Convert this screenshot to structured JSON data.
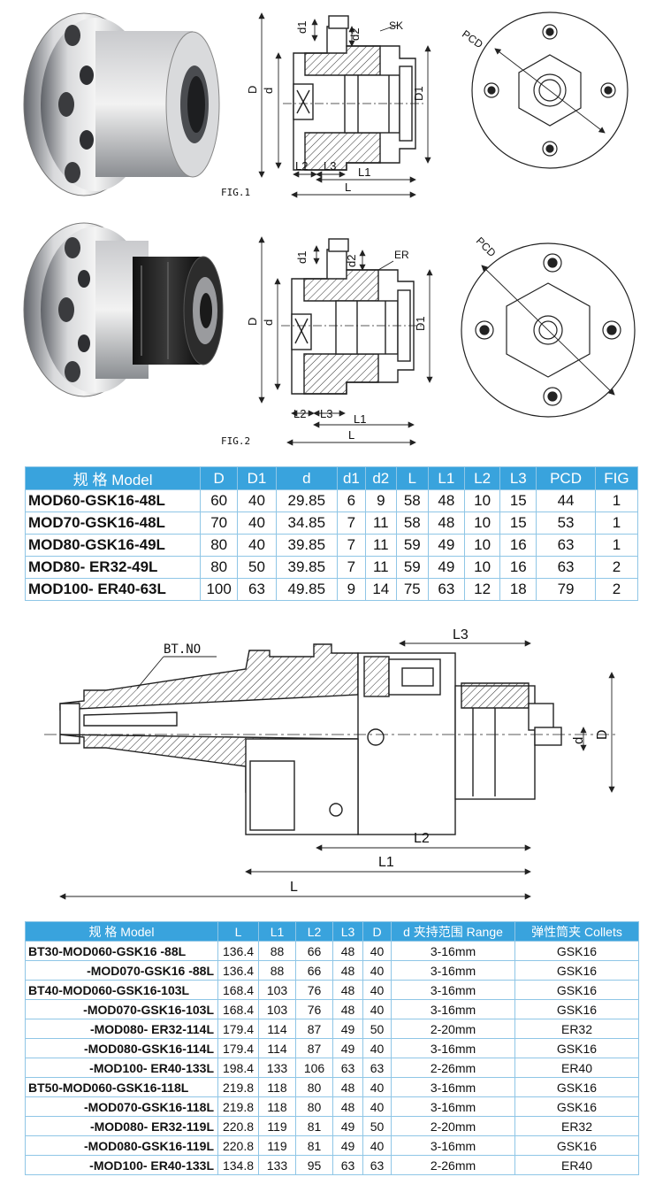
{
  "figures": {
    "fig1": {
      "caption": "FIG.1",
      "labels": {
        "d1": "d1",
        "d2": "d2",
        "sk": "SK",
        "D": "D",
        "d": "d",
        "D1": "D1",
        "L2": "L2",
        "L3": "L3",
        "L1": "L1",
        "L": "L",
        "pcd": "PCD"
      }
    },
    "fig2": {
      "caption": "FIG.2",
      "labels": {
        "d1": "d1",
        "d2": "d2",
        "er": "ER",
        "D": "D",
        "d": "d",
        "D1": "D1",
        "L2": "L2",
        "L3": "L3",
        "L1": "L1",
        "L": "L",
        "pcd": "PCD"
      }
    },
    "holder": {
      "labels": {
        "bt": "BT.NO",
        "L3": "L3",
        "d": "d",
        "D": "D",
        "L2": "L2",
        "L1": "L1",
        "L": "L"
      }
    }
  },
  "table1": {
    "headers": [
      "规 格 Model",
      "D",
      "D1",
      "d",
      "d1",
      "d2",
      "L",
      "L1",
      "L2",
      "L3",
      "PCD",
      "FIG"
    ],
    "rows": [
      [
        "MOD60-GSK16-48L",
        "60",
        "40",
        "29.85",
        "6",
        "9",
        "58",
        "48",
        "10",
        "15",
        "44",
        "1"
      ],
      [
        "MOD70-GSK16-48L",
        "70",
        "40",
        "34.85",
        "7",
        "11",
        "58",
        "48",
        "10",
        "15",
        "53",
        "1"
      ],
      [
        "MOD80-GSK16-49L",
        "80",
        "40",
        "39.85",
        "7",
        "11",
        "59",
        "49",
        "10",
        "16",
        "63",
        "1"
      ],
      [
        "MOD80-   ER32-49L",
        "80",
        "50",
        "39.85",
        "7",
        "11",
        "59",
        "49",
        "10",
        "16",
        "63",
        "2"
      ],
      [
        "MOD100- ER40-63L",
        "100",
        "63",
        "49.85",
        "9",
        "14",
        "75",
        "63",
        "12",
        "18",
        "79",
        "2"
      ]
    ]
  },
  "table2": {
    "headers": [
      "规 格 Model",
      "L",
      "L1",
      "L2",
      "L3",
      "D",
      "d 夹持范围 Range",
      "弹性筒夹 Collets"
    ],
    "rows": [
      [
        "BT30-MOD060-GSK16 -88L",
        "136.4",
        "88",
        "66",
        "48",
        "40",
        "3-16mm",
        "GSK16"
      ],
      [
        "-MOD070-GSK16 -88L",
        "136.4",
        "88",
        "66",
        "48",
        "40",
        "3-16mm",
        "GSK16"
      ],
      [
        "BT40-MOD060-GSK16-103L",
        "168.4",
        "103",
        "76",
        "48",
        "40",
        "3-16mm",
        "GSK16"
      ],
      [
        "-MOD070-GSK16-103L",
        "168.4",
        "103",
        "76",
        "48",
        "40",
        "3-16mm",
        "GSK16"
      ],
      [
        "-MOD080-  ER32-114L",
        "179.4",
        "114",
        "87",
        "49",
        "50",
        "2-20mm",
        "ER32"
      ],
      [
        "-MOD080-GSK16-114L",
        "179.4",
        "114",
        "87",
        "49",
        "40",
        "3-16mm",
        "GSK16"
      ],
      [
        "-MOD100-  ER40-133L",
        "198.4",
        "133",
        "106",
        "63",
        "63",
        "2-26mm",
        "ER40"
      ],
      [
        "BT50-MOD060-GSK16-118L",
        "219.8",
        "118",
        "80",
        "48",
        "40",
        "3-16mm",
        "GSK16"
      ],
      [
        "-MOD070-GSK16-118L",
        "219.8",
        "118",
        "80",
        "48",
        "40",
        "3-16mm",
        "GSK16"
      ],
      [
        "-MOD080-  ER32-119L",
        "220.8",
        "119",
        "81",
        "49",
        "50",
        "2-20mm",
        "ER32"
      ],
      [
        "-MOD080-GSK16-119L",
        "220.8",
        "119",
        "81",
        "49",
        "40",
        "3-16mm",
        "GSK16"
      ],
      [
        "-MOD100-  ER40-133L",
        "134.8",
        "133",
        "95",
        "63",
        "63",
        "2-26mm",
        "ER40"
      ]
    ]
  }
}
